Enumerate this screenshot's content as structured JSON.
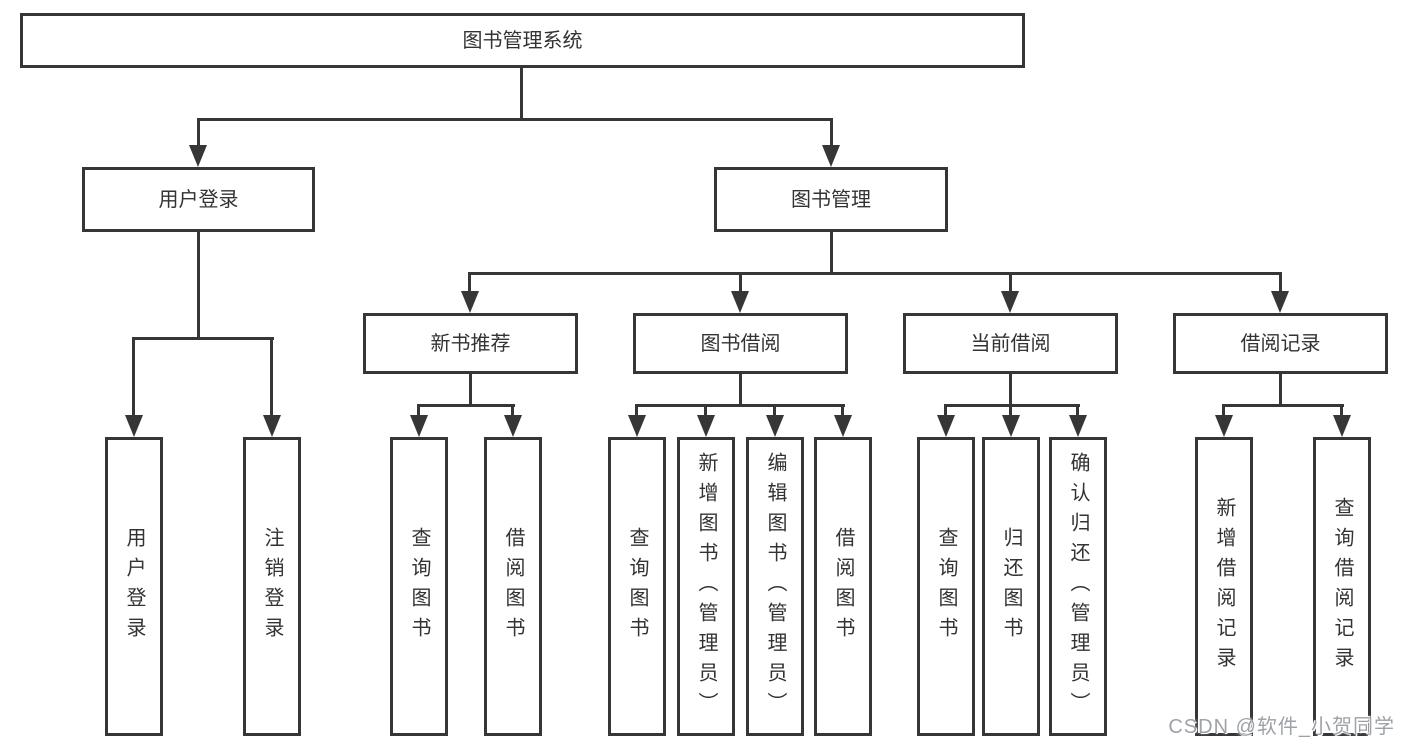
{
  "tree": {
    "root": {
      "label": "图书管理系统"
    },
    "branches": [
      {
        "label": "用户登录",
        "children": [
          {
            "label": "用户登录"
          },
          {
            "label": "注销登录"
          }
        ]
      },
      {
        "label": "图书管理",
        "children": [
          {
            "label": "新书推荐",
            "children": [
              {
                "label": "查询图书"
              },
              {
                "label": "借阅图书"
              }
            ]
          },
          {
            "label": "图书借阅",
            "children": [
              {
                "label": "查询图书"
              },
              {
                "label": "新增图书（管理员）"
              },
              {
                "label": "编辑图书（管理员）"
              },
              {
                "label": "借阅图书"
              }
            ]
          },
          {
            "label": "当前借阅",
            "children": [
              {
                "label": "查询图书"
              },
              {
                "label": "归还图书"
              },
              {
                "label": "确认归还（管理员）"
              }
            ]
          },
          {
            "label": "借阅记录",
            "children": [
              {
                "label": "新增借阅记录"
              },
              {
                "label": "查询借阅记录"
              }
            ]
          }
        ]
      }
    ]
  },
  "watermark": {
    "text": "CSDN @软件_小贺同学"
  },
  "colors": {
    "line": "#363636",
    "text": "#333333",
    "watermark": "#9ea2a8"
  }
}
